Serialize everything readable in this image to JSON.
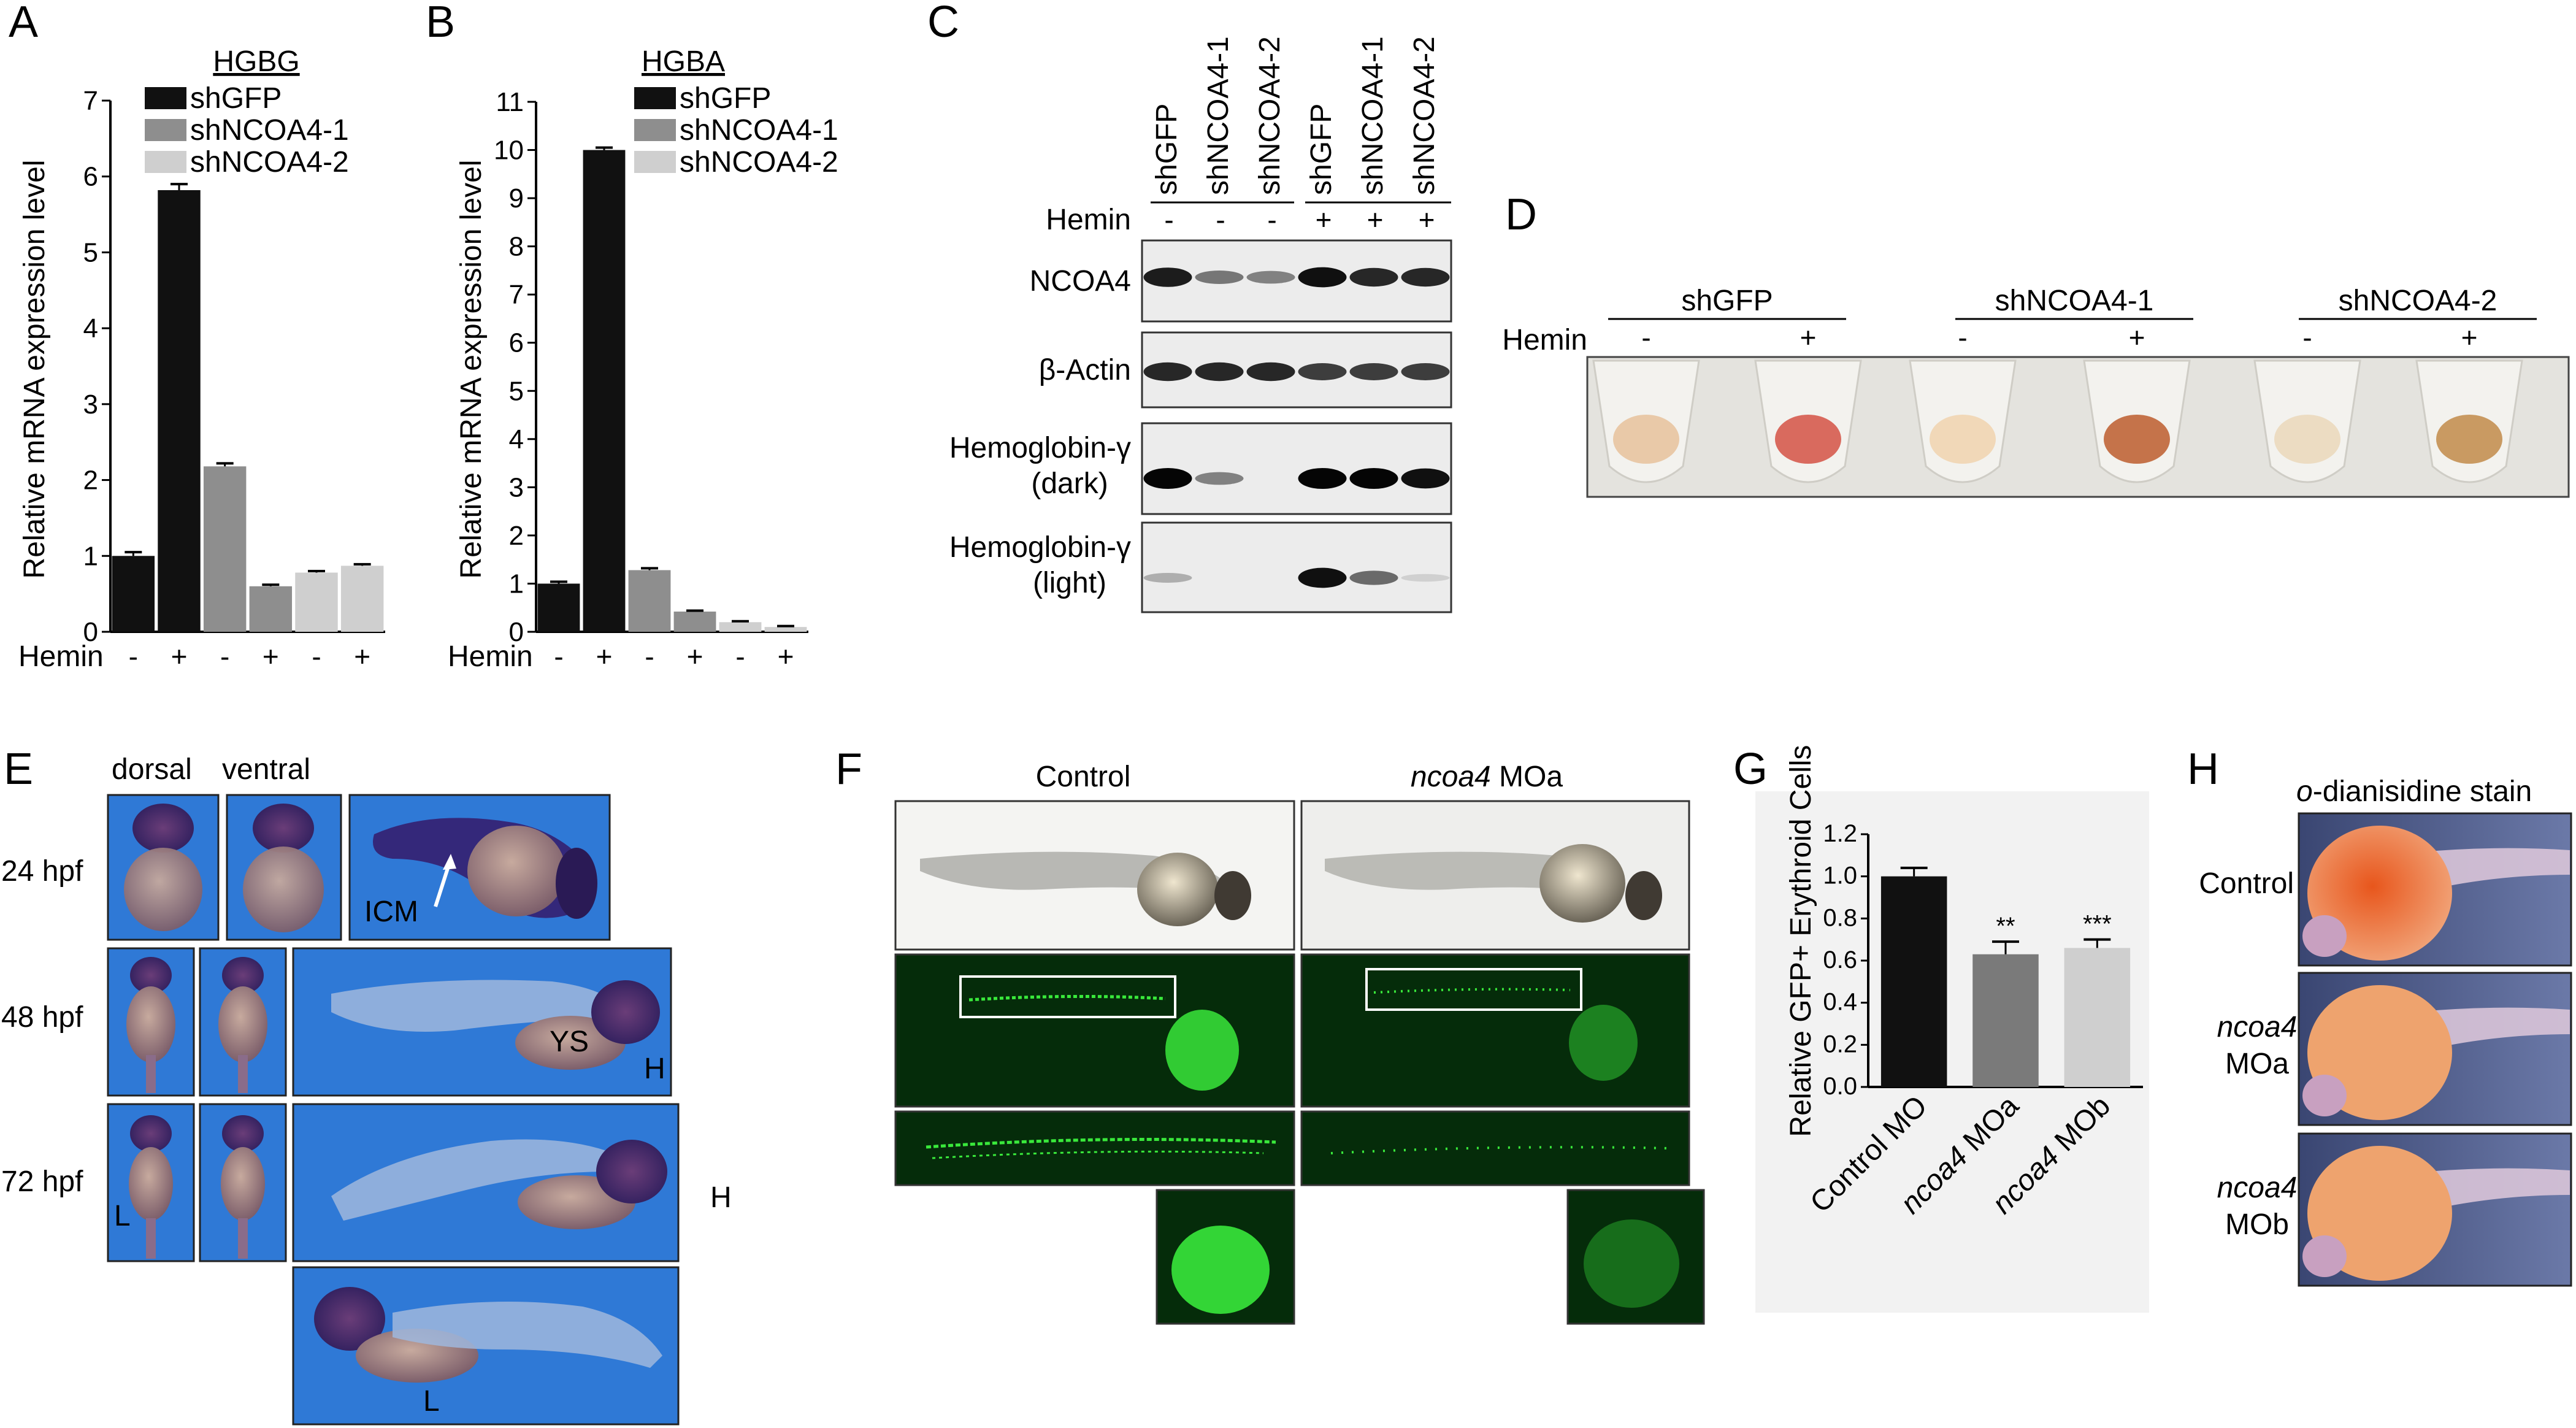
{
  "panels": {
    "A": "A",
    "B": "B",
    "C": "C",
    "D": "D",
    "E": "E",
    "F": "F",
    "G": "G",
    "H": "H"
  },
  "colors": {
    "shGFP": "#111111",
    "shNCOA4-1": "#8e8e8e",
    "shNCOA4-2": "#cfcfcf",
    "embryo_bg": "#2f79d6",
    "fluor_bg": "#052c0a",
    "fluor": "#39e83b"
  },
  "hemin_row": {
    "label": "Hemin",
    "signs": [
      "-",
      "+",
      "-",
      "+",
      "-",
      "+"
    ]
  },
  "legend_labels": [
    "shGFP",
    "shNCOA4-1",
    "shNCOA4-2"
  ],
  "chart_data": [
    {
      "type": "bar",
      "title": "HGBG",
      "ylabel": "Relative mRNA expression level",
      "xlabel": "Hemin",
      "categories": [
        "-",
        "+",
        "-",
        "+",
        "-",
        "+"
      ],
      "values": [
        1.0,
        5.82,
        2.18,
        0.6,
        0.78,
        0.87
      ],
      "errors": [
        0.05,
        0.08,
        0.04,
        0.02,
        0.02,
        0.02
      ],
      "groups": [
        "shGFP",
        "shGFP",
        "shNCOA4-1",
        "shNCOA4-1",
        "shNCOA4-2",
        "shNCOA4-2"
      ],
      "ylim": [
        0,
        7
      ],
      "yticks": [
        0,
        1,
        2,
        3,
        4,
        5,
        6,
        7
      ],
      "legend": "top-right"
    },
    {
      "type": "bar",
      "title": "HGBA",
      "ylabel": "Relative mRNA expression level",
      "xlabel": "Hemin",
      "categories": [
        "-",
        "+",
        "-",
        "+",
        "-",
        "+"
      ],
      "values": [
        1.0,
        10.0,
        1.28,
        0.42,
        0.2,
        0.1
      ],
      "errors": [
        0.04,
        0.05,
        0.04,
        0.02,
        0.02,
        0.02
      ],
      "groups": [
        "shGFP",
        "shGFP",
        "shNCOA4-1",
        "shNCOA4-1",
        "shNCOA4-2",
        "shNCOA4-2"
      ],
      "ylim": [
        0,
        11
      ],
      "yticks": [
        0,
        1,
        2,
        3,
        4,
        5,
        6,
        7,
        8,
        9,
        10,
        11
      ],
      "legend": "top-right"
    },
    {
      "type": "bar",
      "title": "",
      "ylabel": "Relative GFP+ Erythroid Cells",
      "categories": [
        "Control MO",
        "ncoa4 MOa",
        "ncoa4 MOb"
      ],
      "values": [
        1.0,
        0.63,
        0.66
      ],
      "errors": [
        0.04,
        0.06,
        0.04
      ],
      "significance": [
        "",
        "**",
        "***"
      ],
      "colors": [
        "#111111",
        "#7a7a7a",
        "#cfcfcf"
      ],
      "ylim": [
        0,
        1.2
      ],
      "yticks": [
        "0.0",
        "0.2",
        "0.4",
        "0.6",
        "0.8",
        "1.0",
        "1.2"
      ]
    }
  ],
  "blot": {
    "lanes": [
      "shGFP",
      "shNCOA4-1",
      "shNCOA4-2",
      "shGFP",
      "shNCOA4-1",
      "shNCOA4-2"
    ],
    "hemin_label": "Hemin",
    "hemin_signs": [
      "-",
      "-",
      "-",
      "+",
      "+",
      "+"
    ],
    "rows": [
      {
        "label": "NCOA4",
        "intensity": [
          0.9,
          0.5,
          0.45,
          0.95,
          0.85,
          0.85
        ]
      },
      {
        "label": "β-Actin",
        "intensity": [
          0.85,
          0.85,
          0.85,
          0.75,
          0.75,
          0.75
        ]
      },
      {
        "label": "Hemoglobin-γ",
        "sub": "(dark)",
        "intensity": [
          1.0,
          0.45,
          0.0,
          1.0,
          1.0,
          0.95
        ]
      },
      {
        "label": "Hemoglobin-γ",
        "sub": "(light)",
        "intensity": [
          0.25,
          0.0,
          0.0,
          0.95,
          0.55,
          0.1
        ]
      }
    ]
  },
  "tubes": {
    "groups": [
      "shGFP",
      "shNCOA4-1",
      "shNCOA4-2"
    ],
    "hemin_label": "Hemin",
    "signs": [
      "-",
      "+",
      "-",
      "+",
      "-",
      "+"
    ],
    "pellet_colors": [
      "#e9c9a8",
      "#d96a5e",
      "#f1d8b8",
      "#c5734a",
      "#ecdcc2",
      "#c99a62"
    ]
  },
  "panel_E": {
    "views": [
      "dorsal",
      "ventral"
    ],
    "stages": [
      "24 hpf",
      "48 hpf",
      "72 hpf"
    ],
    "annotations": {
      "icm": "ICM",
      "ys": "YS",
      "h": "H",
      "l": "L"
    }
  },
  "panel_F": {
    "conditions": [
      "Control",
      "ncoa4"
    ],
    "condition_suffix": "MOa"
  },
  "panel_H": {
    "title_italic": "o",
    "title_rest": "-dianisidine stain",
    "rows": [
      {
        "line1": "Control",
        "line2": ""
      },
      {
        "line1": "ncoa4",
        "line2": "MOa"
      },
      {
        "line1": "ncoa4",
        "line2": "MOb"
      }
    ]
  }
}
